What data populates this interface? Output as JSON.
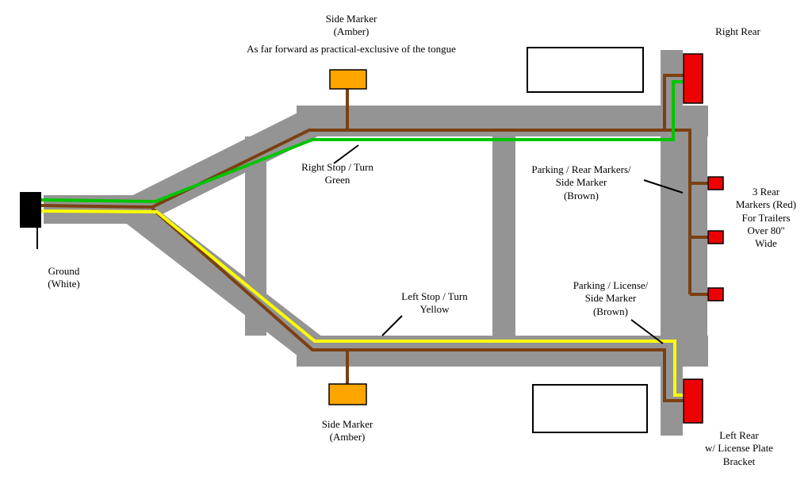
{
  "labels": {
    "side_marker_top": "Side Marker\n(Amber)",
    "side_marker_note": "As far forward as practical-exclusive of the tongue",
    "right_rear": "Right Rear",
    "right_stop_turn": "Right Stop / Turn\nGreen",
    "parking_rear_markers": "Parking / Rear Markers/\nSide Marker\n(Brown)",
    "three_rear_markers": "3 Rear\nMarkers (Red)\nFor Trailers\nOver 80''\nWide",
    "ground": "Ground\n(White)",
    "left_stop_turn": "Left Stop / Turn\nYellow",
    "parking_license": "Parking / License/\nSide Marker\n(Brown)",
    "side_marker_bottom": "Side Marker\n(Amber)",
    "left_rear": "Left Rear\nw/ License Plate\nBracket"
  },
  "colors": {
    "frame_gray": "#949494",
    "wire_brown": "#7b4012",
    "wire_green": "#00c400",
    "wire_yellow": "#ffff00",
    "marker_amber": "#ffa500",
    "light_red": "#ee0000",
    "connector_black": "#000000",
    "background": "#ffffff"
  }
}
